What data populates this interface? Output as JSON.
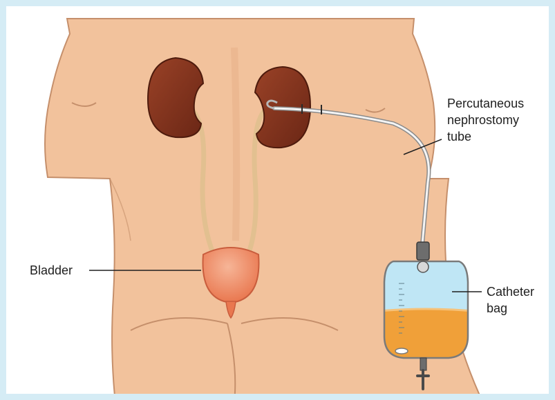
{
  "labels": {
    "tube": [
      "Percutaneous",
      "nephrostomy",
      "tube"
    ],
    "bladder": "Bladder",
    "bag": [
      "Catheter",
      "bag"
    ]
  },
  "colors": {
    "frame": "#d5ecf5",
    "skin": "#f2c29c",
    "skin_outline": "#c58f6b",
    "kidney": "#7d2f1c",
    "ureter": "#e2c090",
    "bladder": "#f18d68",
    "bag_empty": "#bfe6f5",
    "bag_urine": "#f0a039",
    "tube": "#e8e8e8"
  }
}
